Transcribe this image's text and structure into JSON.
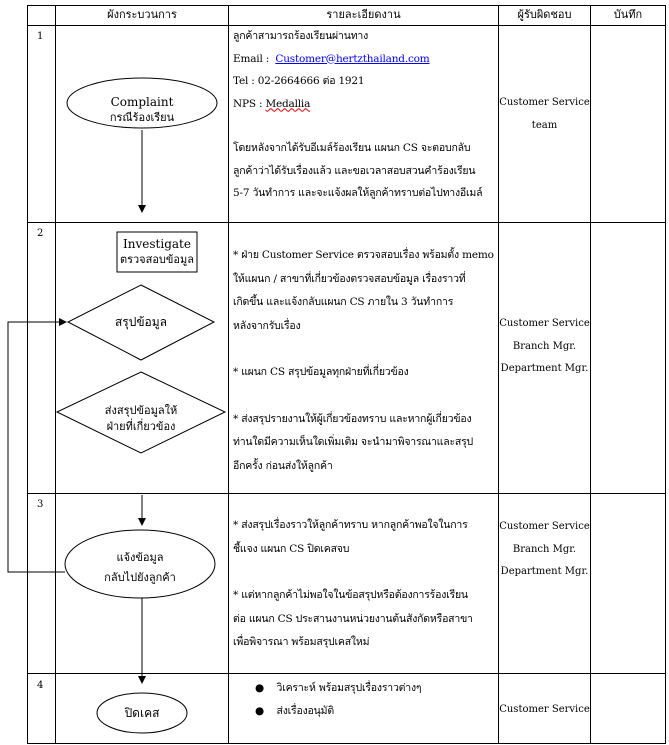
{
  "headers": [
    "",
    "ผังกระบวนการ",
    "รายละเอียดงาน",
    "ผู้รับผิดชอบ",
    "บันทึก"
  ],
  "rows": [
    {
      "num": "1",
      "shapes": [
        {
          "l1": "Complaint",
          "l2": "กรณีร้องเรียน"
        }
      ],
      "details": [
        "ลูกค้าสามารถร้องเรียนผ่านทาง",
        "Email :",
        "Customer@hertzthailand.com",
        "Tel :  02-2664666 ต่อ 1921",
        "NPS :",
        "Medallia",
        "โดยหลังจากได้รับอีเมล์ร้องเรียน แผนก CS จะตอบกลับ",
        "ลูกค้าว่าได้รับเรื่องแล้ว และขอเวลาสอบสวนคำร้องเรียน",
        "5-7 วันทำการ และจะแจ้งผลให้ลูกค้าทราบต่อไปทางอีเมล์"
      ],
      "resp": [
        "Customer Service",
        "team"
      ]
    },
    {
      "num": "2",
      "shapes": [
        {
          "l1": "Investigate",
          "l2": "ตรวจสอบข้อมูล"
        },
        {
          "l1": "สรุปข้อมูล"
        },
        {
          "l1": "ส่งสรุปข้อมูลให้",
          "l2": "ฝ่ายที่เกี่ยวข้อง"
        }
      ],
      "details": [
        "* ฝ่าย Customer Service ตรวจสอบเรื่อง พร้อมตั้ง memo",
        "ให้แผนก / สาขาที่เกี่ยวข้องตรวจสอบข้อมูล เรื่องราวที่",
        "เกิดขึ้น และแจ้งกลับแผนก CS ภายใน 3 วันทำการ",
        "หลังจากรับเรื่อง",
        "* แผนก CS สรุปข้อมูลทุกฝ่ายที่เกี่ยวข้อง",
        "* ส่งสรุปรายงานให้ผู้เกี่ยวข้องทราบ และหากผู้เกี่ยวข้อง",
        "ท่านใดมีความเห็นใดเพิ่มเติม จะนำมาพิจารณาและสรุป",
        "อีกครั้ง ก่อนส่งให้ลูกค้า"
      ],
      "resp": [
        "Customer Service",
        "Branch Mgr.",
        "Department Mgr."
      ]
    },
    {
      "num": "3",
      "shapes": [
        {
          "l1": "แจ้งข้อมูล",
          "l2": "กลับไปยังลูกค้า"
        }
      ],
      "details": [
        "* ส่งสรุปเรื่องราวให้ลูกค้าทราบ หากลูกค้าพอใจในการ",
        "ชี้แจง แผนก CS ปิดเคสจบ",
        "* แต่หากลูกค้าไม่พอใจในข้อสรุปหรือต้องการร้องเรียน",
        "ต่อ แผนก CS ประสานงานหน่วยงานต้นสังกัดหรือสาขา",
        "เพื่อพิจารณา พร้อมสรุปเคสใหม่"
      ],
      "resp": [
        "Customer Service",
        "Branch Mgr.",
        "Department Mgr."
      ]
    },
    {
      "num": "4",
      "shapes": [
        {
          "l1": "ปิดเคส"
        }
      ],
      "details": [
        "วิเคราะห์ พร้อมสรุปเรื่องราวต่างๆ",
        "ส่งเรื่องอนุมัติ"
      ],
      "resp": [
        "Customer Service"
      ]
    }
  ]
}
